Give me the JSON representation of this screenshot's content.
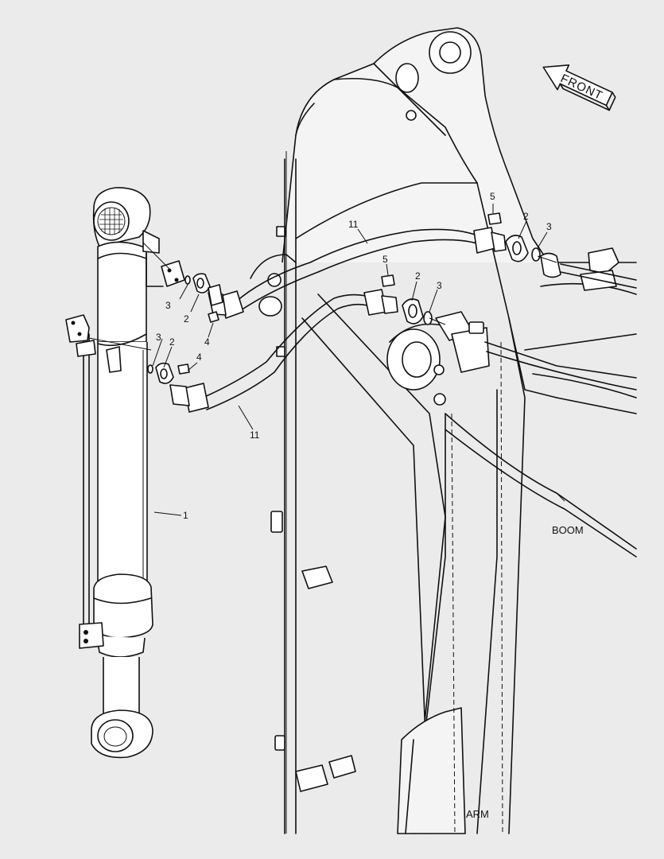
{
  "direction_arrow": {
    "text": "FRONT"
  },
  "labels": {
    "boom": "BOOM",
    "arm": "ARM"
  },
  "callouts": [
    {
      "id": "c-1",
      "text": "1"
    },
    {
      "id": "c-11a",
      "text": "11"
    },
    {
      "id": "c-11b",
      "text": "11"
    },
    {
      "id": "c-2a",
      "text": "2"
    },
    {
      "id": "c-2b",
      "text": "2"
    },
    {
      "id": "c-2c",
      "text": "2"
    },
    {
      "id": "c-2d",
      "text": "2"
    },
    {
      "id": "c-3a",
      "text": "3"
    },
    {
      "id": "c-3b",
      "text": "3"
    },
    {
      "id": "c-3c",
      "text": "3"
    },
    {
      "id": "c-3d",
      "text": "3"
    },
    {
      "id": "c-4a",
      "text": "4"
    },
    {
      "id": "c-4b",
      "text": "4"
    },
    {
      "id": "c-5a",
      "text": "5"
    },
    {
      "id": "c-5b",
      "text": "5"
    }
  ],
  "colors": {
    "background": "#ebebeb",
    "line": "#111111",
    "part_fill": "#ffffff"
  }
}
